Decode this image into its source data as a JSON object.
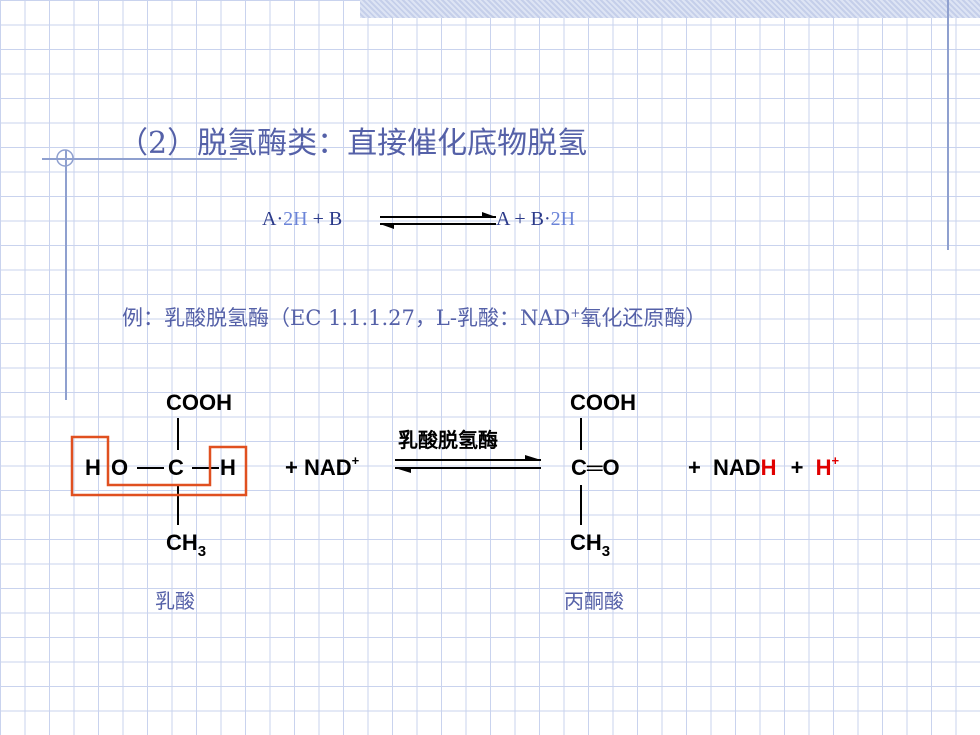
{
  "title": "（2）脱氢酶类：直接催化底物脱氢",
  "general_reaction": {
    "left": "A·2H + B",
    "right": "A + B·2H"
  },
  "example": {
    "text": "例：乳酸脱氢酶（EC 1.1.1.27，L-乳酸：NAD",
    "sup": "+",
    "text2": "氧化还原酶）"
  },
  "reaction": {
    "lactate": {
      "top": "COOH",
      "h_left": "H",
      "o": "O",
      "c": "C",
      "h_right": "H",
      "bottom": "CH",
      "bottom_sub": "3",
      "name": "乳酸"
    },
    "plus_nad": "+ NAD",
    "nad_sup": "+",
    "enzyme": "乳酸脱氢酶",
    "pyruvate": {
      "top": "COOH",
      "carbonyl": "C═O",
      "bottom": "CH",
      "bottom_sub": "3",
      "name": "丙酮酸"
    },
    "plus1": "+",
    "nad": "NAD",
    "nadh_h": "H",
    "plus2": "+",
    "proton": "H",
    "proton_sup": "+"
  },
  "colors": {
    "title": "#5561a8",
    "highlight": "#e05020",
    "red_text": "#e00000",
    "grid": "#c9d3ee"
  }
}
